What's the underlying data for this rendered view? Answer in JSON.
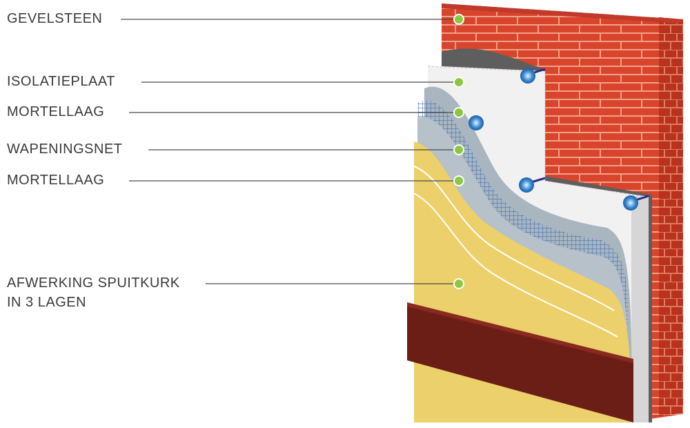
{
  "labels": {
    "gevelsteen": "GEVELSTEEN",
    "isolatieplaat": "ISOLATIEPLAAT",
    "mortellaag_1": "MORTELLAAG",
    "wapeningsnet": "WAPENINGSNET",
    "mortellaag_2": "MORTELLAAG",
    "afwerking_line1": "AFWERKING SPUITKURK",
    "afwerking_line2": "IN 3 LAGEN"
  },
  "colors": {
    "brick": "#d8452c",
    "mortar_joint": "#f4a08a",
    "insulation": "#f1f1f1",
    "mortar": "#a9b5bf",
    "mesh": "#3f6fb8",
    "cork": "#ecd06b",
    "base": "#6b1e16",
    "marker": "#8dc63f",
    "leader": "#4a4a4a",
    "anchor": "#3c8fd6"
  }
}
